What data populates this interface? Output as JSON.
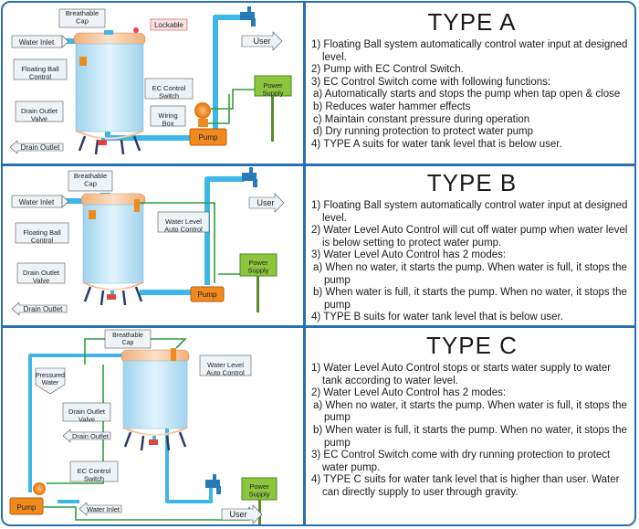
{
  "panels": [
    {
      "title": "TYPE A",
      "items": [
        {
          "text": "1) Floating Ball system automatically control water input at designed level.",
          "sub": false
        },
        {
          "text": "2) Pump with EC Control Switch.",
          "sub": false
        },
        {
          "text": "3) EC Control Switch come with following functions:",
          "sub": false
        },
        {
          "text": "a) Automatically starts and stops the pump when tap open & close",
          "sub": true
        },
        {
          "text": "b) Reduces water hammer effects",
          "sub": true
        },
        {
          "text": "c) Maintain constant pressure during operation",
          "sub": true
        },
        {
          "text": "d) Dry running protection to protect water pump",
          "sub": true
        },
        {
          "text": "4) TYPE A suits for water tank level that is below user.",
          "sub": false
        }
      ],
      "labels": {
        "breathable_cap": "Breathable Cap",
        "lockable": "Lockable",
        "water_inlet": "Water Inlet",
        "floating_ball": "Floating Ball Control",
        "drain_outlet_valve": "Drain Outlet Valve",
        "drain_outlet": "Drain Outlet",
        "ec_control": "EC Control Switch",
        "wiring_box": "Wiring Box",
        "pump": "Pump",
        "user": "User",
        "power_supply": "Power Supply"
      }
    },
    {
      "title": "TYPE B",
      "items": [
        {
          "text": "1) Floating Ball system automatically control water input at designed level.",
          "sub": false
        },
        {
          "text": "2) Water Level Auto Control will cut off water pump when water level is below setting to protect water pump.",
          "sub": false
        },
        {
          "text": "3) Water Level Auto Control has 2 modes:",
          "sub": false
        },
        {
          "text": "a) When no water, it starts the pump. When water is full, it stops the pump",
          "sub": true
        },
        {
          "text": "b) When water is full, it starts the pump. When no water, it stops the pump",
          "sub": true
        },
        {
          "text": "4) TYPE B suits for water tank level that is below user.",
          "sub": false
        }
      ],
      "labels": {
        "breathable_cap": "Breathable Cap",
        "water_inlet": "Water Inlet",
        "floating_ball": "Floating Ball Control",
        "water_level": "Water Level Auto Control",
        "drain_outlet_valve": "Drain Outlet Valve",
        "drain_outlet": "Drain Outlet",
        "pump": "Pump",
        "user": "User",
        "power_supply": "Power Supply"
      }
    },
    {
      "title": "TYPE C",
      "items": [
        {
          "text": "1) Water Level Auto Control stops or starts water supply to water tank according to water level.",
          "sub": false
        },
        {
          "text": "2) Water Level Auto Control has 2 modes:",
          "sub": false
        },
        {
          "text": "a) When no water, it starts the pump. When water is full, it stops the pump",
          "sub": true
        },
        {
          "text": "b) When water is full, it starts the pump. When no water, it stops the pump",
          "sub": true
        },
        {
          "text": "3) EC Control Switch come with dry running protection to protect water pump.",
          "sub": false
        },
        {
          "text": "4) TYPE C suits for water tank level that is higher than user. Water can directly supply to user through gravity.",
          "sub": false
        }
      ],
      "labels": {
        "breathable_cap": "Breathable Cap",
        "water_level": "Water Level Auto Control",
        "pressured_water": "Pressured Water",
        "drain_outlet_valve": "Drain Outlet Valve",
        "drain_outlet": "Drain Outlet",
        "ec_control": "EC Control Switch",
        "pump": "Pump",
        "water_inlet": "Water Inlet",
        "user": "User",
        "power_supply": "Power Supply"
      }
    }
  ],
  "colors": {
    "frame": "#2a6fb0",
    "pipe": "#3fb6e8",
    "wire": "#2e9e3a",
    "pump": "#f08a1e",
    "tank": "#bfe3f4",
    "tank_base": "#f5c59a",
    "label_bg": "#eef3f8",
    "lockable_bg": "#fde3e3"
  }
}
